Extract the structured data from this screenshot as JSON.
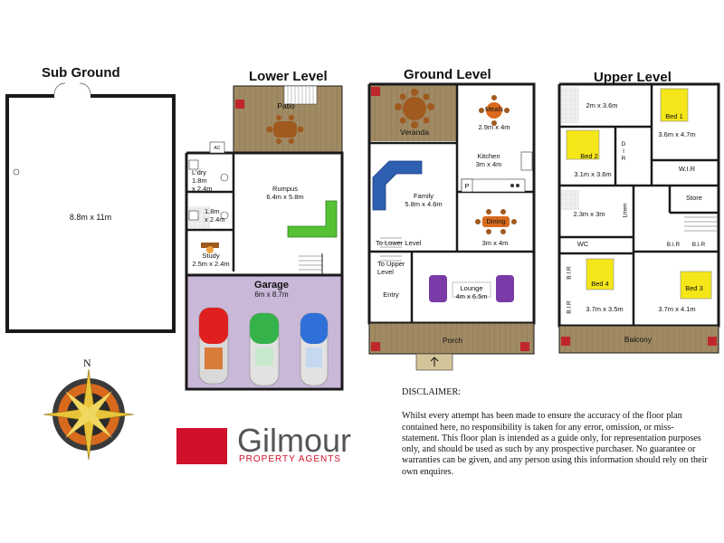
{
  "levels": {
    "sub_ground": "Sub Ground",
    "lower": "Lower Level",
    "ground": "Ground Level",
    "upper": "Upper Level"
  },
  "sub_ground": {
    "dim": "8.8m x 11m"
  },
  "lower": {
    "patio": "Patio",
    "ac": "AC",
    "laundry": {
      "name": "L'dry",
      "dim1": "1.8m",
      "dim2": "x 2.4m"
    },
    "bath": {
      "dim1": "1.8m",
      "dim2": "x 2.4m"
    },
    "study": {
      "name": "Study",
      "dim": "2.5m x 2.4m"
    },
    "rumpus": {
      "name": "Rumpus",
      "dim": "6.4m x 5.8m"
    },
    "garage": {
      "name": "Garage",
      "dim": "6m x 8.7m"
    }
  },
  "ground": {
    "veranda": "Veranda",
    "meals": {
      "name": "Meals",
      "dim": "2.9m x 4m"
    },
    "kitchen": {
      "name": "Kitchen",
      "dim": "3m x 4m"
    },
    "pantry": "P",
    "family": {
      "name": "Family",
      "dim": "5.8m x 4.6m"
    },
    "dining": {
      "name": "Dining",
      "dim": "3m x 4m"
    },
    "to_lower": "To Lower Level",
    "to_upper1": "To Upper",
    "to_upper2": "Level",
    "entry": "Entry",
    "lounge": {
      "name": "Lounge",
      "dim": "4m x 6.5m"
    },
    "porch": "Porch"
  },
  "upper": {
    "room_top_left": "2m x 3.6m",
    "bed1": {
      "name": "Bed 1",
      "dim": "3.6m x 4.7m"
    },
    "bed2": {
      "name": "Bed 2",
      "dim": "3.1m x 3.6m"
    },
    "dir1": "D",
    "dir2": "I",
    "dir3": "R",
    "wir": "W.I.R",
    "store": "Store",
    "bath": "2.3m x 3m",
    "linen": "Linen",
    "wc": "WC",
    "bir1": "B.I.R",
    "bir2": "B.I.R",
    "bir3": "B.I.R",
    "bir4": "B.I.R",
    "bed4": {
      "name": "Bed 4",
      "dim": "3.7m x 3.5m"
    },
    "bed3": {
      "name": "Bed 3",
      "dim": "3.7m x 4.1m"
    },
    "balcony": "Balcony"
  },
  "compass": {
    "north": "N"
  },
  "logo": {
    "name": "Gilmour",
    "sub": "PROPERTY AGENTS"
  },
  "disclaimer": {
    "heading": "DISCLAIMER:",
    "body": "Whilst every attempt has been made to ensure the accuracy of the floor plan contained here, no responsibility is taken for any error, omission, or miss-statement. This floor plan is intended as a guide only, for representation purposes only, and should be used as such by any prospective purchaser. No guarantee or warranties can be given, and any person using this information should rely on their own enquires."
  },
  "colors": {
    "wall": "#1a1a1a",
    "deck": "#a08a63",
    "garage_floor": "#c9b8d8",
    "tile": "#e8e8e8",
    "bed_highlight": "#f5e61a",
    "sofa_blue": "#2f5fb0",
    "sofa_green": "#55c233",
    "sofa_purple": "#7a3aa8",
    "table_brown": "#a05a1e",
    "logo_red": "#d0112b"
  }
}
